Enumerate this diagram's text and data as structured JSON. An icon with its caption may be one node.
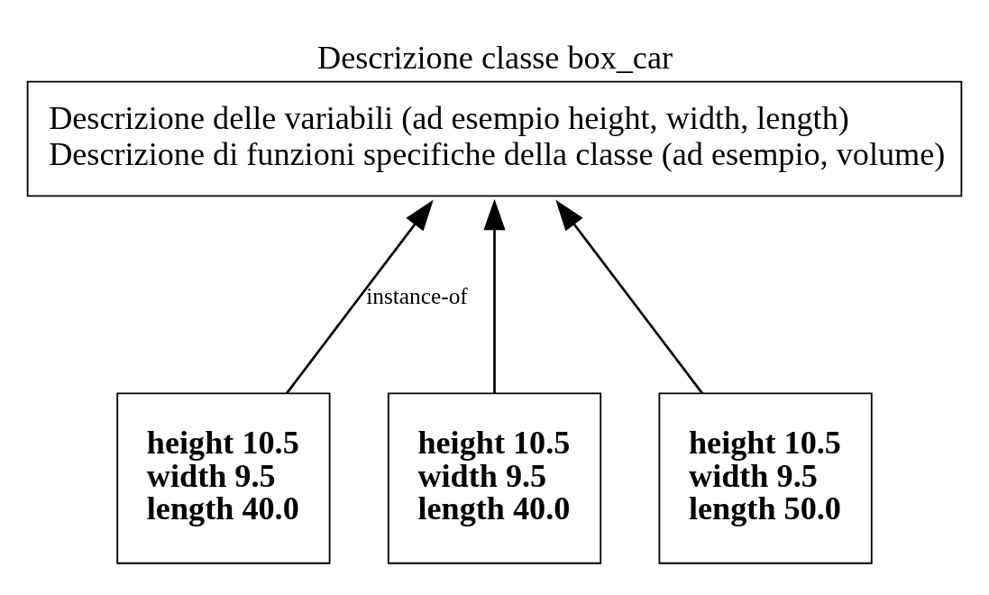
{
  "diagram": {
    "nodes": [
      {
        "text": [
          "Descrizione classe box_car",
          "Descrizione delle variabili (ad esempio height, width, length)",
          "Descrizione di funzioni specifiche della classe (ad esempio, volume)"
        ]
      },
      {
        "text": [
          "height 10.5",
          "width 9.5",
          "length 40.0"
        ]
      },
      {
        "text": [
          "height 10.5",
          "width 9.5",
          "length 40.0"
        ]
      },
      {
        "text": [
          "height 10.5",
          "width 9.5",
          "length 50.0"
        ]
      }
    ],
    "edges": [
      {
        "from": 1,
        "to": 0,
        "arrow": "to",
        "label": "instance-of"
      },
      {
        "from": 2,
        "to": 0,
        "arrow": "to"
      },
      {
        "from": 3,
        "to": 0,
        "arrow": "to"
      }
    ]
  }
}
